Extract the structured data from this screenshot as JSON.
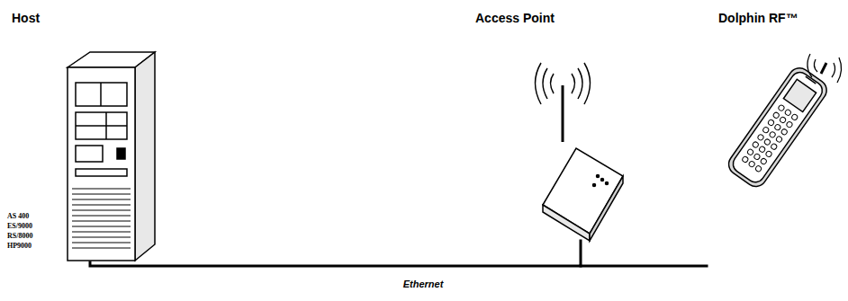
{
  "diagram": {
    "nodes": [
      {
        "text": [
          "Host"
        ]
      },
      {
        "text": [
          "Access Point"
        ]
      },
      {
        "text": [
          "Dolphin RF™"
        ]
      }
    ],
    "edges": [
      {
        "from": 0,
        "to": 1,
        "arrow": "none",
        "label": "Ethernet"
      }
    ],
    "labels": [
      "AS 400",
      "ES/9000",
      "RS/8000",
      "HP9000"
    ]
  }
}
